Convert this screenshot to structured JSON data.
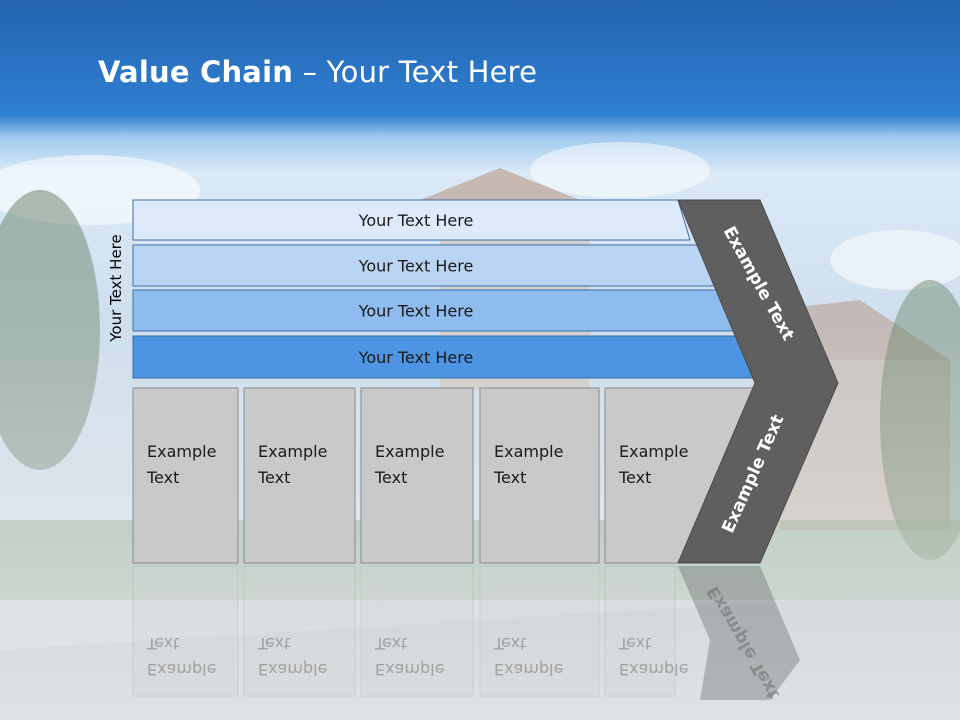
{
  "slide": {
    "title_bold": "Value Chain",
    "title_rest": " – Your Text Here",
    "side_label": "Your Text Here"
  },
  "bars": [
    {
      "label": "Your Text Here",
      "color": "#ddeafb"
    },
    {
      "label": "Your Text Here",
      "color": "#b9d5f3"
    },
    {
      "label": "Your Text Here",
      "color": "#8ebcee"
    },
    {
      "label": "Your Text Here",
      "color": "#4d95e3"
    }
  ],
  "boxes": [
    {
      "line1": "Example",
      "line2": "Text"
    },
    {
      "line1": "Example",
      "line2": "Text"
    },
    {
      "line1": "Example",
      "line2": "Text"
    },
    {
      "line1": "Example",
      "line2": "Text"
    },
    {
      "line1": "Example",
      "line2": "Text"
    }
  ],
  "chevron": {
    "upper_label": "Example Text",
    "lower_label": "Example Text",
    "color": "#5f5f5f"
  },
  "colors": {
    "header_blue": "#2f7bd0",
    "box_fill": "#c9c9c9",
    "box_border": "#8a8a8a"
  }
}
